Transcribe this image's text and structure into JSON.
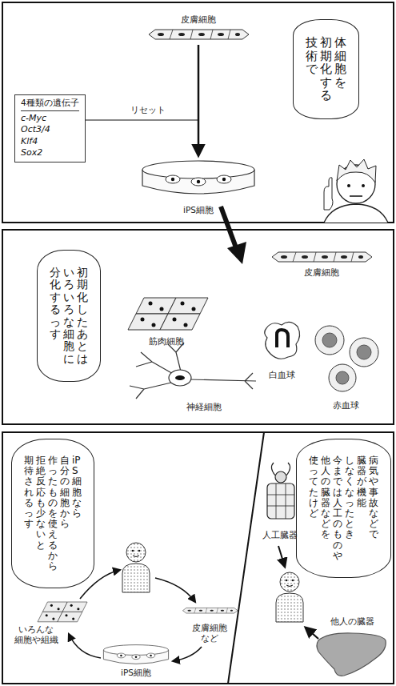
{
  "diagram": {
    "nodes": [
      {
        "text": [
          "体細胞を 初期化する 技術で"
        ]
      },
      {
        "text": [
          "4種類の遺伝子",
          "c-Myc Oct3/4 Klf4 Sox2"
        ]
      },
      {
        "text": [
          "初期化したあとは いろいろな細胞に 分化するっす"
        ]
      },
      {
        "text": [
          "病気や事故などで 臓器が機能 しなくなったとき 今までは人工のものや 他人の臓器などを 使ってたけど"
        ]
      },
      {
        "text": [
          "iPS細胞なら 自分の細胞から 作ったものを使えるから 拒絶反応も少ないと 期待されるっす"
        ]
      }
    ],
    "labels": [
      "皮膚細胞",
      "リセット",
      "iPS細胞",
      "皮膚細胞",
      "筋肉細胞",
      "白血球",
      "神経細胞",
      "赤血球",
      "人工臓器",
      "他人の臓器",
      "皮膚細胞 など",
      "いろんな 細胞や組織",
      "iPS細胞"
    ]
  }
}
